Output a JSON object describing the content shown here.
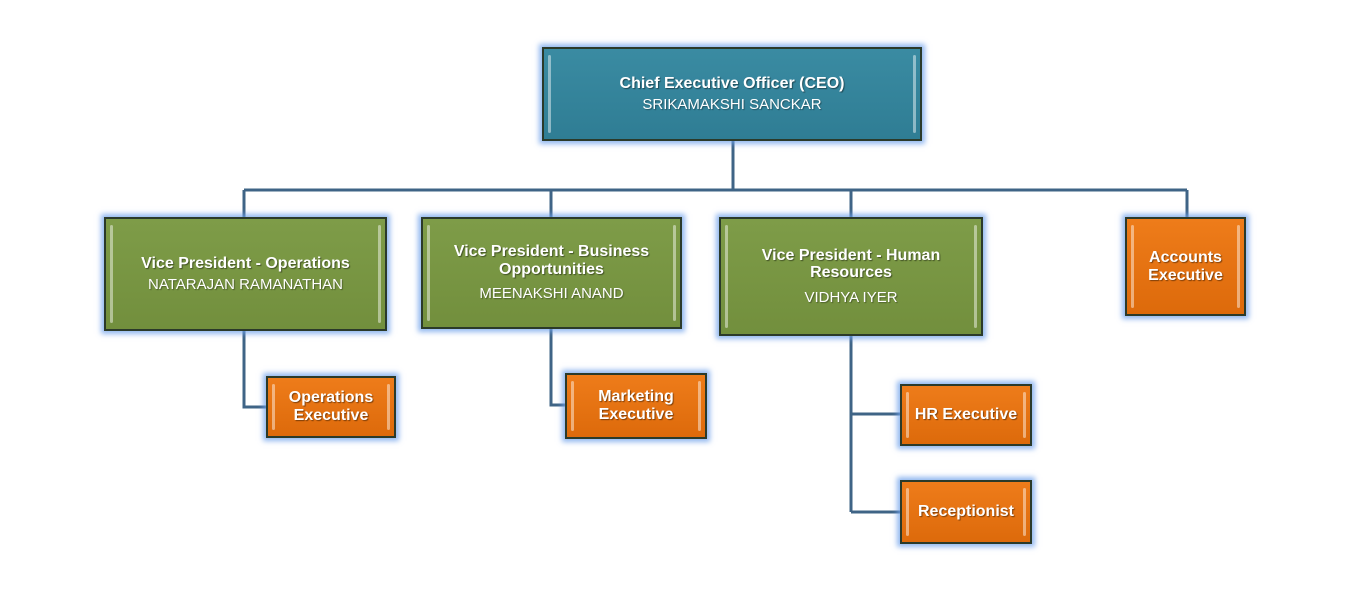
{
  "chart": {
    "ceo": {
      "role": "Chief Executive Officer (CEO)",
      "name": "SRIKAMAKSHI SANCKAR"
    },
    "vp_operations": {
      "role": "Vice President - Operations",
      "name": "NATARAJAN RAMANATHAN"
    },
    "vp_business": {
      "role": "Vice President - Business Opportunities",
      "name": "MEENAKSHI ANAND"
    },
    "vp_hr": {
      "role": "Vice President - Human Resources",
      "name": "VIDHYA IYER"
    },
    "accounts": {
      "role": "Accounts Executive"
    },
    "operations_exec": {
      "role": "Operations Executive"
    },
    "marketing_exec": {
      "role": "Marketing Executive"
    },
    "hr_exec": {
      "role": "HR Executive"
    },
    "receptionist": {
      "role": "Receptionist"
    }
  },
  "colors": {
    "ceo_fill": "#2f7d94",
    "vp_fill": "#748f3f",
    "staff_fill": "#e6720f",
    "connector": "#3f6486",
    "glow": "#6ea0eb"
  }
}
